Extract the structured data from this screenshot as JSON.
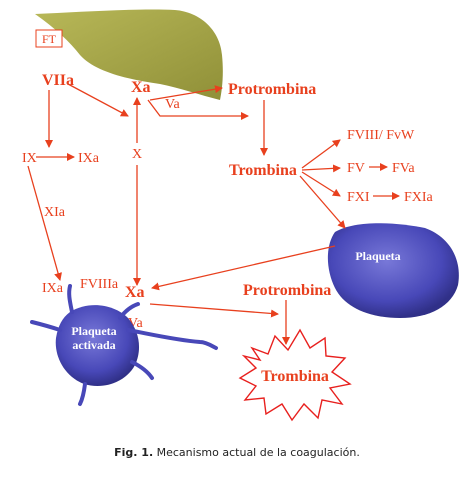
{
  "diagram": {
    "nodes": {
      "ft": "FT",
      "viia": "VIIa",
      "xa_top": "Xa",
      "va_top": "Va",
      "protrombina_top": "Protrombina",
      "ix": "IX",
      "ixa_right": "IXa",
      "x_mid": "X",
      "trombina_mid": "Trombina",
      "fviii_fvw": "FVIII/ FvW",
      "fv": "FV",
      "fva": "FVa",
      "fxi": "FXI",
      "fxia": "FXIa",
      "xia": "XIa",
      "plaqueta": "Plaqueta",
      "ixa_bottom": "IXa",
      "fviiia": "FVIIIa",
      "xa_bottom": "Xa",
      "va_bottom": "Va",
      "protrombina_bottom": "Protrombina",
      "plaqueta_activada_1": "Plaqueta",
      "plaqueta_activada_2": "activada",
      "trombina_burst": "Trombina"
    },
    "colors": {
      "arrow": "#e8401e",
      "tissue_cell": "#a8a848",
      "platelet": "#4848b8",
      "burst": "#e8201e"
    }
  },
  "caption": {
    "prefix": "Fig. 1.",
    "text": "Mecanismo actual de la coagulación."
  }
}
